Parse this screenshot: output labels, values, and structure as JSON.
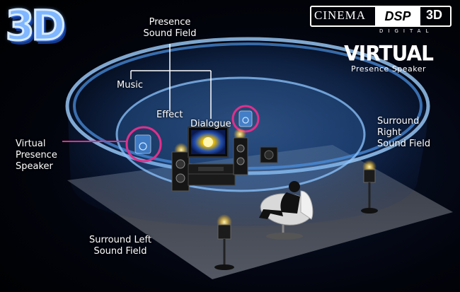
{
  "logo_3d": "3D",
  "brand": {
    "cinema": "CINEMA",
    "dsp": "DSP",
    "three_d": "3D",
    "digital": "DIGITAL"
  },
  "virtual_badge": {
    "title": "VIRTUAL",
    "subtitle": "Presence Speaker"
  },
  "labels": {
    "presence_line1": "Presence",
    "presence_line2": "Sound Field",
    "music": "Music",
    "effect": "Effect",
    "dialogue": "Dialogue",
    "vps_line1": "Virtual",
    "vps_line2": "Presence",
    "vps_line3": "Speaker",
    "sr_line1": "Surround",
    "sr_line2": "Right",
    "sr_line3": "Sound Field",
    "sl_line1": "Surround Left",
    "sl_line2": "Sound Field"
  },
  "colors": {
    "accent_magenta": "#e0308a",
    "field_blue": "#3f86d8"
  }
}
